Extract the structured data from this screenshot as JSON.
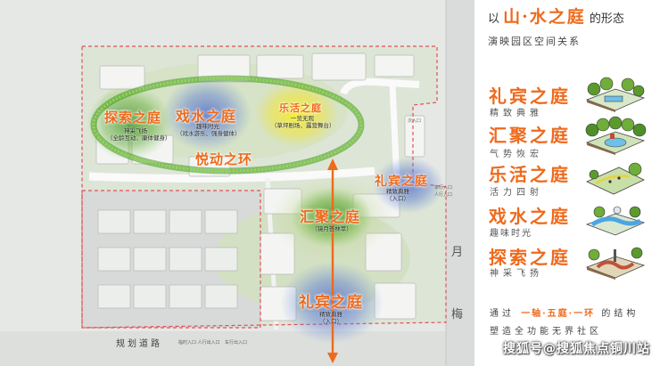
{
  "plan": {
    "zones": {
      "tansuo": {
        "title": "探索之庭",
        "sub": [
          "神采飞扬",
          "（全龄互动、康体健身）"
        ]
      },
      "xishui": {
        "title": "戏水之庭",
        "sub": [
          "趣味时光",
          "（戏水游乐、强身健体）"
        ]
      },
      "lehuo": {
        "title": "乐活之庭",
        "sub": [
          "一览无观",
          "（草坪剧场、露营舞台）"
        ]
      },
      "yuedong": {
        "title": "悦动之环"
      },
      "libin_side": {
        "title": "礼宾之庭",
        "sub": [
          "精致典雅",
          "（入口）"
        ]
      },
      "huiju": {
        "title": "汇聚之庭",
        "sub": [
          "（镜月荟林萃）"
        ]
      },
      "libin_main": {
        "title": "礼宾之庭",
        "sub": [
          "精致典雅",
          "（入口）"
        ]
      }
    },
    "edges": {
      "right_top": "月",
      "right_bottom": "梅"
    },
    "road": "规划道路",
    "small_labels": [
      "车行入口",
      "人行入口",
      "次入口",
      "临时入口·人行出入口",
      "车行出入口"
    ]
  },
  "legend": {
    "header": {
      "prefix": "以",
      "highlight": "山·水之庭",
      "suffix": "的形态"
    },
    "subheader": "演映园区空间关系",
    "items": [
      {
        "title": "礼宾之庭",
        "sub": "精致典雅"
      },
      {
        "title": "汇聚之庭",
        "sub": "气势恢宏"
      },
      {
        "title": "乐活之庭",
        "sub": "活力四射"
      },
      {
        "title": "戏水之庭",
        "sub": "趣味时光"
      },
      {
        "title": "探索之庭",
        "sub": "神采飞扬"
      }
    ],
    "summary": {
      "line1_prefix": "通过",
      "line1_highlight": "一轴·五庭·一环",
      "line1_suffix": "的结构",
      "line2": "塑造全功能无界社区"
    }
  },
  "watermark": "搜狐号@搜狐焦点铜川站",
  "colors": {
    "accent": "#ee6a1c",
    "axis": "#ee6a1c",
    "ring": "#6fb630",
    "boundary": "#e0505a"
  }
}
